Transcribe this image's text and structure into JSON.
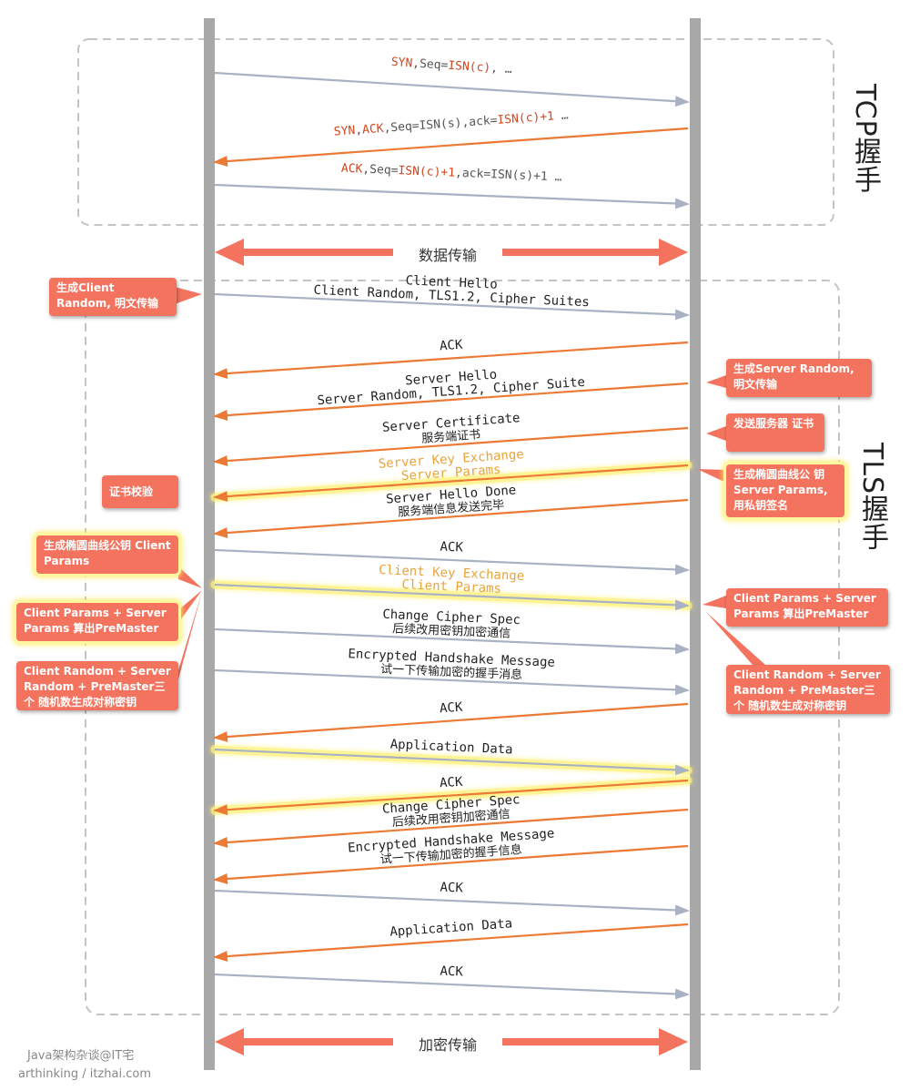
{
  "titles": {
    "tcp": "TCP握手",
    "tls": "TLS握手"
  },
  "bands": {
    "data_transfer": "数据传输",
    "encrypted_transfer": "加密传输"
  },
  "watermark": {
    "line1": "Java架构杂谈@IT宅",
    "line2": "arthinking / itzhai.com"
  },
  "colors": {
    "client_to_server": "#a9b2c3",
    "server_to_client": "#ec7a35",
    "note": "#f4735e",
    "highlight_text": "#e8a43a",
    "token_red": "#d2461e"
  },
  "messages": [
    {
      "dir": "c2s",
      "label": "SYN,Seq=ISN(c), …"
    },
    {
      "dir": "s2c",
      "label": "SYN,ACK,Seq=ISN(s),ack=ISN(c)+1 …"
    },
    {
      "dir": "c2s",
      "label": "ACK,Seq=ISN(c)+1,ack=ISN(s)+1 …"
    },
    {
      "dir": "c2s",
      "label": "Client Hello",
      "sub": "Client Random, TLS1.2, Cipher Suites"
    },
    {
      "dir": "s2c",
      "label": "ACK"
    },
    {
      "dir": "s2c",
      "label": "Server Hello",
      "sub": "Server Random, TLS1.2, Cipher Suite"
    },
    {
      "dir": "s2c",
      "label": "Server Certificate",
      "sub": "服务端证书"
    },
    {
      "dir": "s2c",
      "label": "Server Key Exchange",
      "sub": "Server Params",
      "highlight": true
    },
    {
      "dir": "s2c",
      "label": "Server Hello Done",
      "sub": "服务端信息发送完毕"
    },
    {
      "dir": "c2s",
      "label": "ACK"
    },
    {
      "dir": "c2s",
      "label": "Client Key Exchange",
      "sub": "Client Params",
      "highlight": true
    },
    {
      "dir": "c2s",
      "label": "Change Cipher Spec",
      "sub": "后续改用密钥加密通信"
    },
    {
      "dir": "c2s",
      "label": "Encrypted Handshake Message",
      "sub": "试一下传输加密的握手消息"
    },
    {
      "dir": "s2c",
      "label": "ACK"
    },
    {
      "dir": "c2s",
      "label": "Application Data",
      "highlight": true
    },
    {
      "dir": "s2c",
      "label": "ACK",
      "highlight": true
    },
    {
      "dir": "s2c",
      "label": "Change Cipher Spec",
      "sub": "后续改用密钥加密通信"
    },
    {
      "dir": "s2c",
      "label": "Encrypted Handshake Message",
      "sub": "试一下传输加密的握手信息"
    },
    {
      "dir": "c2s",
      "label": "ACK"
    },
    {
      "dir": "s2c",
      "label": "Application Data"
    },
    {
      "dir": "c2s",
      "label": "ACK"
    }
  ],
  "notes": {
    "client_random": "生成Client Random, 明文传输",
    "server_random": "生成Server Random, 明文传输",
    "send_cert": "发送服务器 证书",
    "verify_cert": "证书校验",
    "server_params": "生成椭圆曲线公 钥Server Params, 用私钥签名",
    "client_params": "生成椭圆曲线公钥 Client Params",
    "client_premaster": "Client Params + Server Params 算出PreMaster",
    "server_premaster": "Client Params + Server Params 算出PreMaster",
    "client_symkey": "Client Random + Server Random + PreMaster三个 随机数生成对称密钥",
    "server_symkey": "Client Random + Server Random + PreMaster三个 随机数生成对称密钥"
  }
}
